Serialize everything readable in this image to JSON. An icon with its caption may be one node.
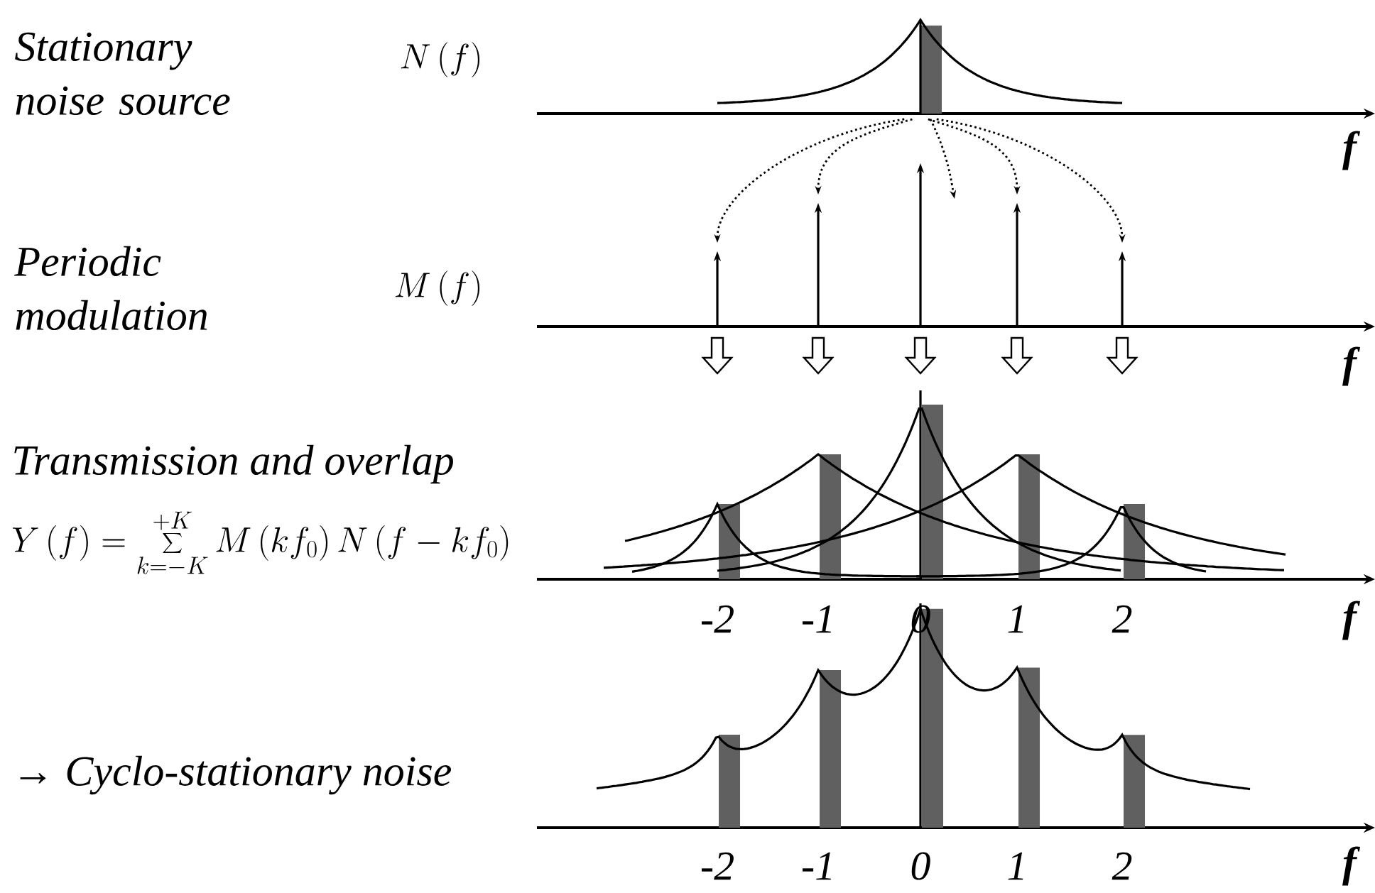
{
  "diagram": {
    "labels": [
      "Stationary noise source",
      "N\\left(f\\right)",
      "f",
      "Periodic modulation",
      "M\\left(f\\right)",
      "f",
      "Transmission and overlap",
      "Y\\left(f\\right)=\\sum_{k=-K}^{+K} M\\left(kf_0\\right)N\\left(f-kf_0\\right)",
      "-2",
      "-1",
      "0",
      "1",
      "2",
      "f",
      "→ Cyclo-stationary noise",
      "-2",
      "-1",
      "0",
      "1",
      "2",
      "f"
    ]
  }
}
